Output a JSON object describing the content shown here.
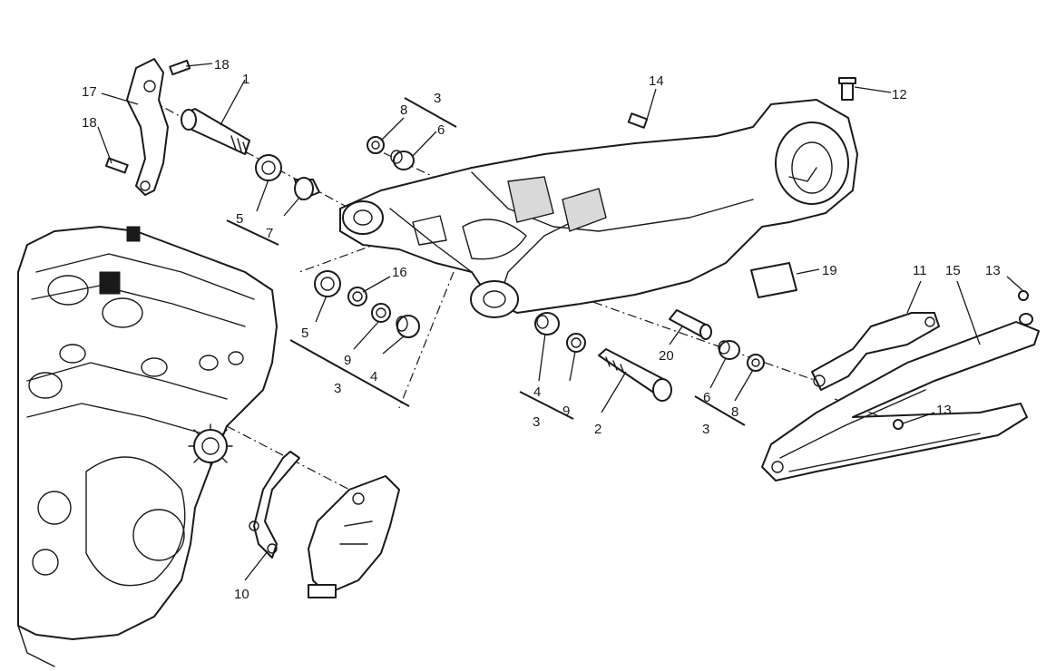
{
  "callouts": [
    {
      "id": "c1",
      "label": "1"
    },
    {
      "id": "c2",
      "label": "2"
    },
    {
      "id": "c3a",
      "label": "3"
    },
    {
      "id": "c3b",
      "label": "3"
    },
    {
      "id": "c3c",
      "label": "3"
    },
    {
      "id": "c3d",
      "label": "3"
    },
    {
      "id": "c4a",
      "label": "4"
    },
    {
      "id": "c4b",
      "label": "4"
    },
    {
      "id": "c5a",
      "label": "5"
    },
    {
      "id": "c5b",
      "label": "5"
    },
    {
      "id": "c6a",
      "label": "6"
    },
    {
      "id": "c6b",
      "label": "6"
    },
    {
      "id": "c7",
      "label": "7"
    },
    {
      "id": "c8a",
      "label": "8"
    },
    {
      "id": "c8b",
      "label": "8"
    },
    {
      "id": "c9a",
      "label": "9"
    },
    {
      "id": "c9b",
      "label": "9"
    },
    {
      "id": "c10",
      "label": "10"
    },
    {
      "id": "c11",
      "label": "11"
    },
    {
      "id": "c12",
      "label": "12"
    },
    {
      "id": "c13a",
      "label": "13"
    },
    {
      "id": "c13b",
      "label": "13"
    },
    {
      "id": "c14",
      "label": "14"
    },
    {
      "id": "c15",
      "label": "15"
    },
    {
      "id": "c16",
      "label": "16"
    },
    {
      "id": "c17",
      "label": "17"
    },
    {
      "id": "c18a",
      "label": "18"
    },
    {
      "id": "c18b",
      "label": "18"
    },
    {
      "id": "c19",
      "label": "19"
    },
    {
      "id": "c20",
      "label": "20"
    }
  ]
}
